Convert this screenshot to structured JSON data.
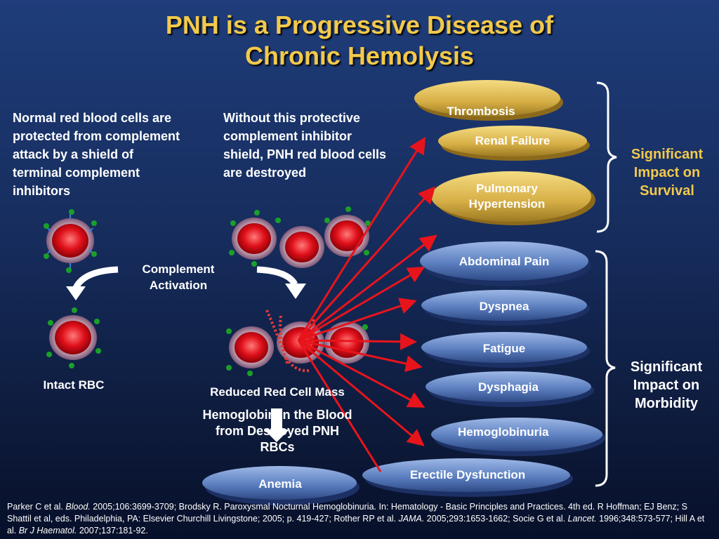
{
  "title_line1": "PNH is a Progressive Disease of",
  "title_line2": "Chronic Hemolysis",
  "left_text": "Normal red blood cells are protected from complement attack by a shield of terminal complement inhibitors",
  "middle_text": "Without this protective complement inhibitor shield, PNH red blood cells are destroyed",
  "complement_activation": "Complement Activation",
  "intact_rbc": "Intact RBC",
  "reduced_mass": "Reduced Red Cell Mass",
  "hemoglobin_text": "Hemoglobin in the Blood from Destroyed PNH RBCs",
  "gold_items": [
    "Thrombosis",
    "Renal Failure",
    "Pulmonary Hypertension"
  ],
  "blue_items": [
    "Abdominal Pain",
    "Dyspnea",
    "Fatigue",
    "Dysphagia",
    "Hemoglobinuria",
    "Erectile Dysfunction",
    "Anemia"
  ],
  "survival_label": "Significant Impact on Survival",
  "morbidity_label": "Significant Impact on Morbidity",
  "references": {
    "part1": "Parker C et al. ",
    "journal1": "Blood.",
    "part2": " 2005;106:3699-3709; Brodsky R. Paroxysmal Nocturnal Hemoglobinuria. In: Hematology - Basic Principles and Practices. 4th ed. R Hoffman; EJ Benz; S Shattil et al, eds. Philadelphia, PA: Elsevier Churchill Livingstone; 2005; p. 419-427;  Rother RP et al. ",
    "journal2": "JAMA.",
    "part3": " 2005;293:1653-1662; Socie G et al. ",
    "journal3": "Lancet.",
    "part4": " 1996;348:573-577; Hill A et al. ",
    "journal4": "Br J Haematol.",
    "part5": " 2007;137:181-92."
  },
  "colors": {
    "title": "#f2c94c",
    "arrow": "#e8141c",
    "gold_disc": "#d8b44a",
    "blue_disc": "#5c7fc0"
  }
}
